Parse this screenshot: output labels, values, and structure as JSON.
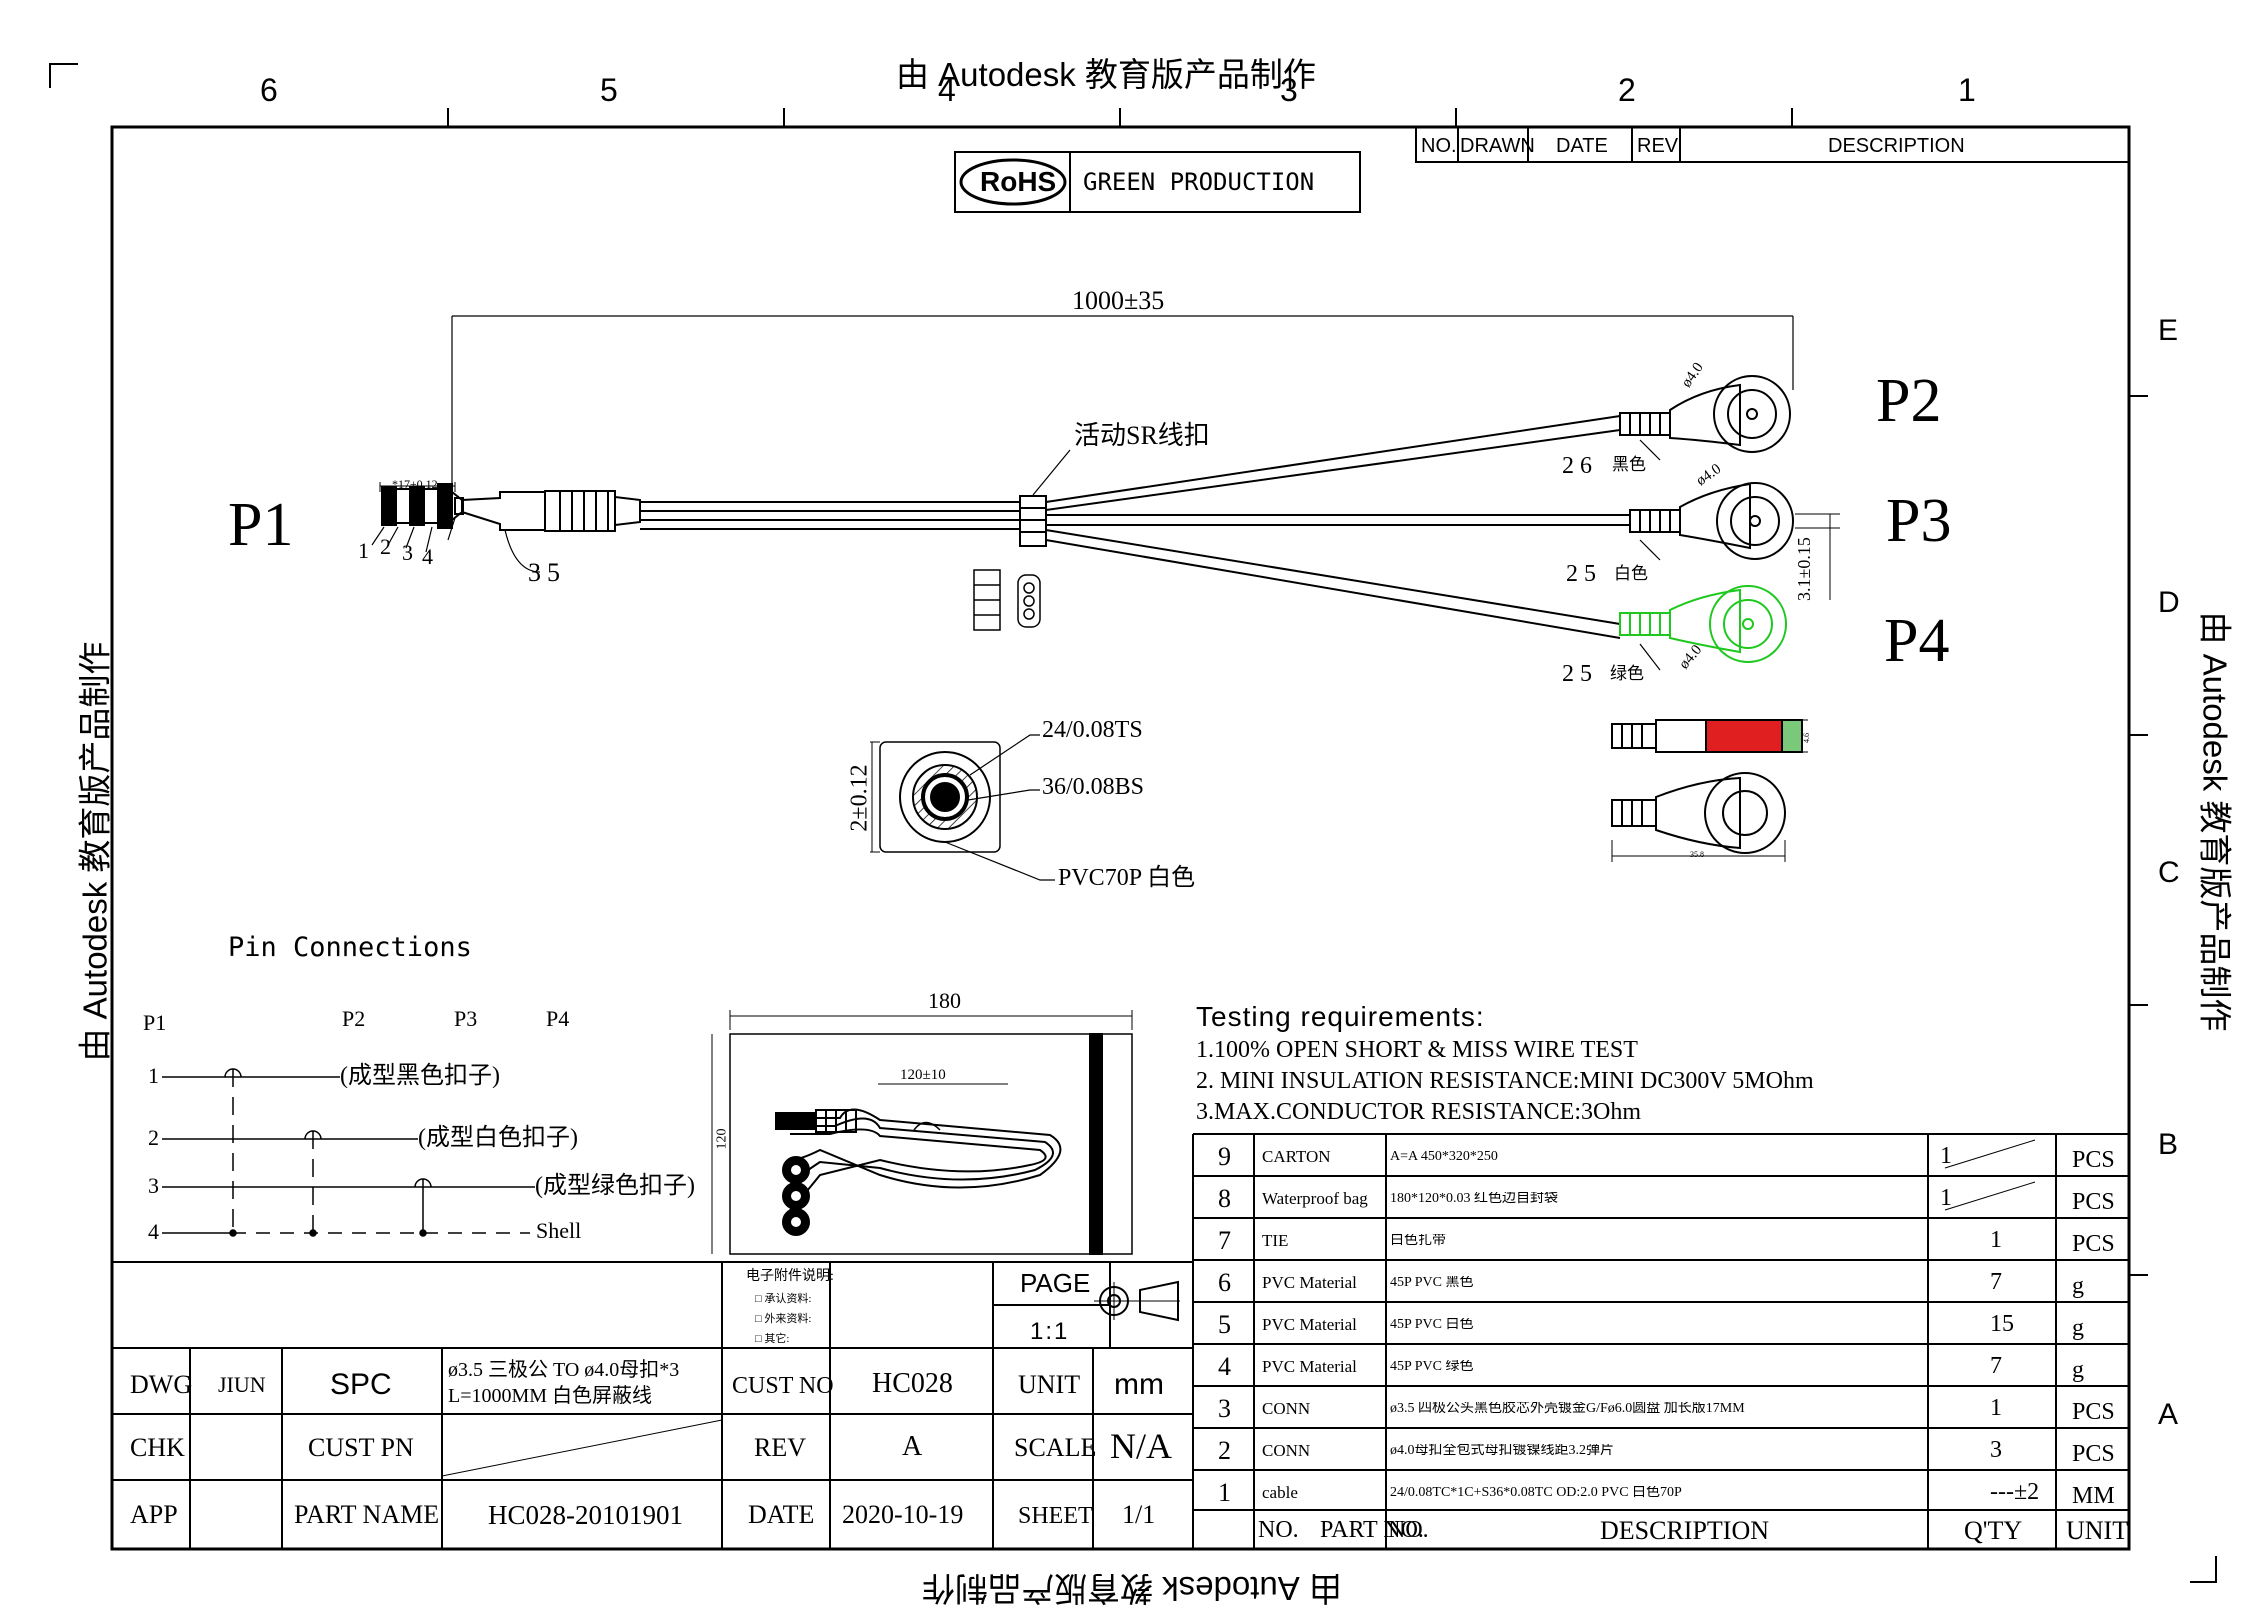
{
  "watermark": "由 Autodesk 教育版产品制作",
  "zones": {
    "cols": [
      "6",
      "5",
      "4",
      "3",
      "2",
      "1"
    ],
    "rows": [
      "E",
      "D",
      "C",
      "B",
      "A"
    ]
  },
  "revision_table": {
    "headers": [
      "NO.",
      "DRAWN",
      "DATE",
      "REV",
      "DESCRIPTION"
    ]
  },
  "rohs": {
    "badge": "RoHS",
    "label": "GREEN  PRODUCTION"
  },
  "cable": {
    "length": "1000±35",
    "plug_length": "*17±0.12",
    "pins": [
      "1",
      "2",
      "3",
      "4"
    ],
    "plug_note": "35",
    "clip_label": "活动SR线扣",
    "p1": "P1",
    "p2": "P2",
    "p3": "P3",
    "p4": "P4",
    "snap_size": "ø4.0",
    "p2_note": "26",
    "p2_color": "黑色",
    "p3_note": "25",
    "p3_color": "白色",
    "p4_note": "25",
    "p4_color": "绿色",
    "offset": "3.1±0.15",
    "snap_len": "35.8",
    "snap_side": "4.6"
  },
  "cross_section": {
    "od": "2±0.12",
    "wire1": "24/0.08TS",
    "wire2": "36/0.08BS",
    "jacket": "PVC70P 白色"
  },
  "pin_connections": {
    "title": "Pin Connections",
    "headers": [
      "P1",
      "P2",
      "P3",
      "P4"
    ],
    "rows": [
      {
        "pin": "1",
        "label": "(成型黑色扣子)"
      },
      {
        "pin": "2",
        "label": "(成型白色扣子)"
      },
      {
        "pin": "3",
        "label": "(成型绿色扣子)"
      },
      {
        "pin": "4",
        "label": "Shell"
      }
    ]
  },
  "package": {
    "width": "180",
    "height": "120",
    "coil": "120±10"
  },
  "testing": {
    "title": "Testing requirements:",
    "lines": [
      "1.100% OPEN SHORT & MISS WIRE TEST",
      "2. MINI INSULATION RESISTANCE:MINI DC300V 5MOhm",
      "3.MAX.CONDUCTOR RESISTANCE:3Ohm"
    ]
  },
  "bom": {
    "headers": {
      "no": "NO.",
      "part": "PART NO.",
      "desc": "DESCRIPTION",
      "qty": "Q'TY",
      "unit": "UNIT"
    },
    "rows": [
      {
        "no": "9",
        "part": "CARTON",
        "desc": "A=A 450*320*250",
        "qty": "1",
        "unit": "PCS"
      },
      {
        "no": "8",
        "part": "Waterproof bag",
        "desc": "180*120*0.03 红色边自封袋",
        "qty": "1",
        "unit": "PCS"
      },
      {
        "no": "7",
        "part": "TIE",
        "desc": "白色扎带",
        "qty": "1",
        "unit": "PCS"
      },
      {
        "no": "6",
        "part": "PVC Material",
        "desc": "45P PVC 黑色",
        "qty": "7",
        "unit": "g"
      },
      {
        "no": "5",
        "part": "PVC Material",
        "desc": "45P PVC 白色",
        "qty": "15",
        "unit": "g"
      },
      {
        "no": "4",
        "part": "PVC Material",
        "desc": "45P PVC 绿色",
        "qty": "7",
        "unit": "g"
      },
      {
        "no": "3",
        "part": "CONN",
        "desc": "ø3.5 四极公头黑色胶芯外壳镀金G/Fø6.0圆盘 加长版17MM",
        "qty": "1",
        "unit": "PCS"
      },
      {
        "no": "2",
        "part": "CONN",
        "desc": "ø4.0母扣全包式母扣镀镍线距3.2弹片",
        "qty": "3",
        "unit": "PCS"
      },
      {
        "no": "1",
        "part": "cable",
        "desc": "24/0.08TC*1C+S36*0.08TC OD:2.0 PVC 白色70P",
        "qty": "---±2",
        "unit": "MM"
      }
    ]
  },
  "title_block": {
    "notes_title": "电子附件说明:",
    "notes": [
      "□ 承认资料:",
      "□ 外来资料:",
      "□ 其它:"
    ],
    "page_label": "PAGE",
    "page_value": "1:1",
    "dwg_label": "DWG",
    "dwg_by": "JIUN",
    "spc": "SPC",
    "title_line1": "ø3.5 三极公 TO  ø4.0母扣*3",
    "title_line2": "L=1000MM 白色屏蔽线",
    "cust_no_label": "CUST NO",
    "cust_no": "HC028",
    "unit_label": "UNIT",
    "unit": "mm",
    "chk_label": "CHK",
    "cust_pn_label": "CUST PN",
    "rev_label": "REV",
    "rev": "A",
    "scale_label": "SCALE",
    "scale": "N/A",
    "app_label": "APP",
    "part_name_label": "PART NAME",
    "part_name": "HC028-20101901",
    "date_label": "DATE",
    "date": "2020-10-19",
    "sheet_label": "SHEET",
    "sheet": "1/1"
  }
}
